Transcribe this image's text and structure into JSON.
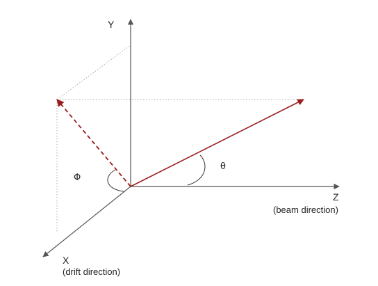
{
  "axes": {
    "y": {
      "label": "Y"
    },
    "z": {
      "label": "Z",
      "sublabel": "(beam direction)"
    },
    "x": {
      "label": "X",
      "sublabel": "(drift direction)"
    }
  },
  "angles": {
    "theta": "θ",
    "phi": "Φ"
  },
  "colors": {
    "axis": "#555555",
    "vector": "#9b1c1c",
    "guide": "#aaaaaa",
    "background": "#ffffff"
  }
}
